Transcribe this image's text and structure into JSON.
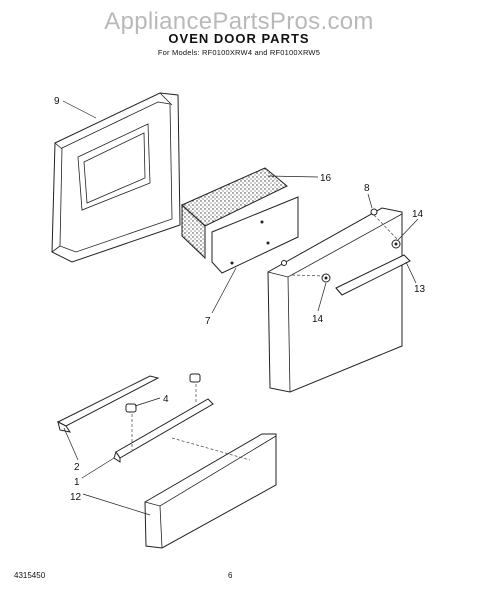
{
  "header": {
    "watermark": "AppliancePartsPros.com",
    "title": "OVEN DOOR PARTS",
    "models": "For Models: RF0100XRW4 and RF0100XRW5"
  },
  "callouts": {
    "c9": "9",
    "c16": "16",
    "c8": "8",
    "c14a": "14",
    "c13": "13",
    "c7": "7",
    "c14b": "14",
    "c4": "4",
    "c2": "2",
    "c1": "1",
    "c12": "12"
  },
  "footer": {
    "doc_number": "4315450",
    "page_number": "6"
  }
}
